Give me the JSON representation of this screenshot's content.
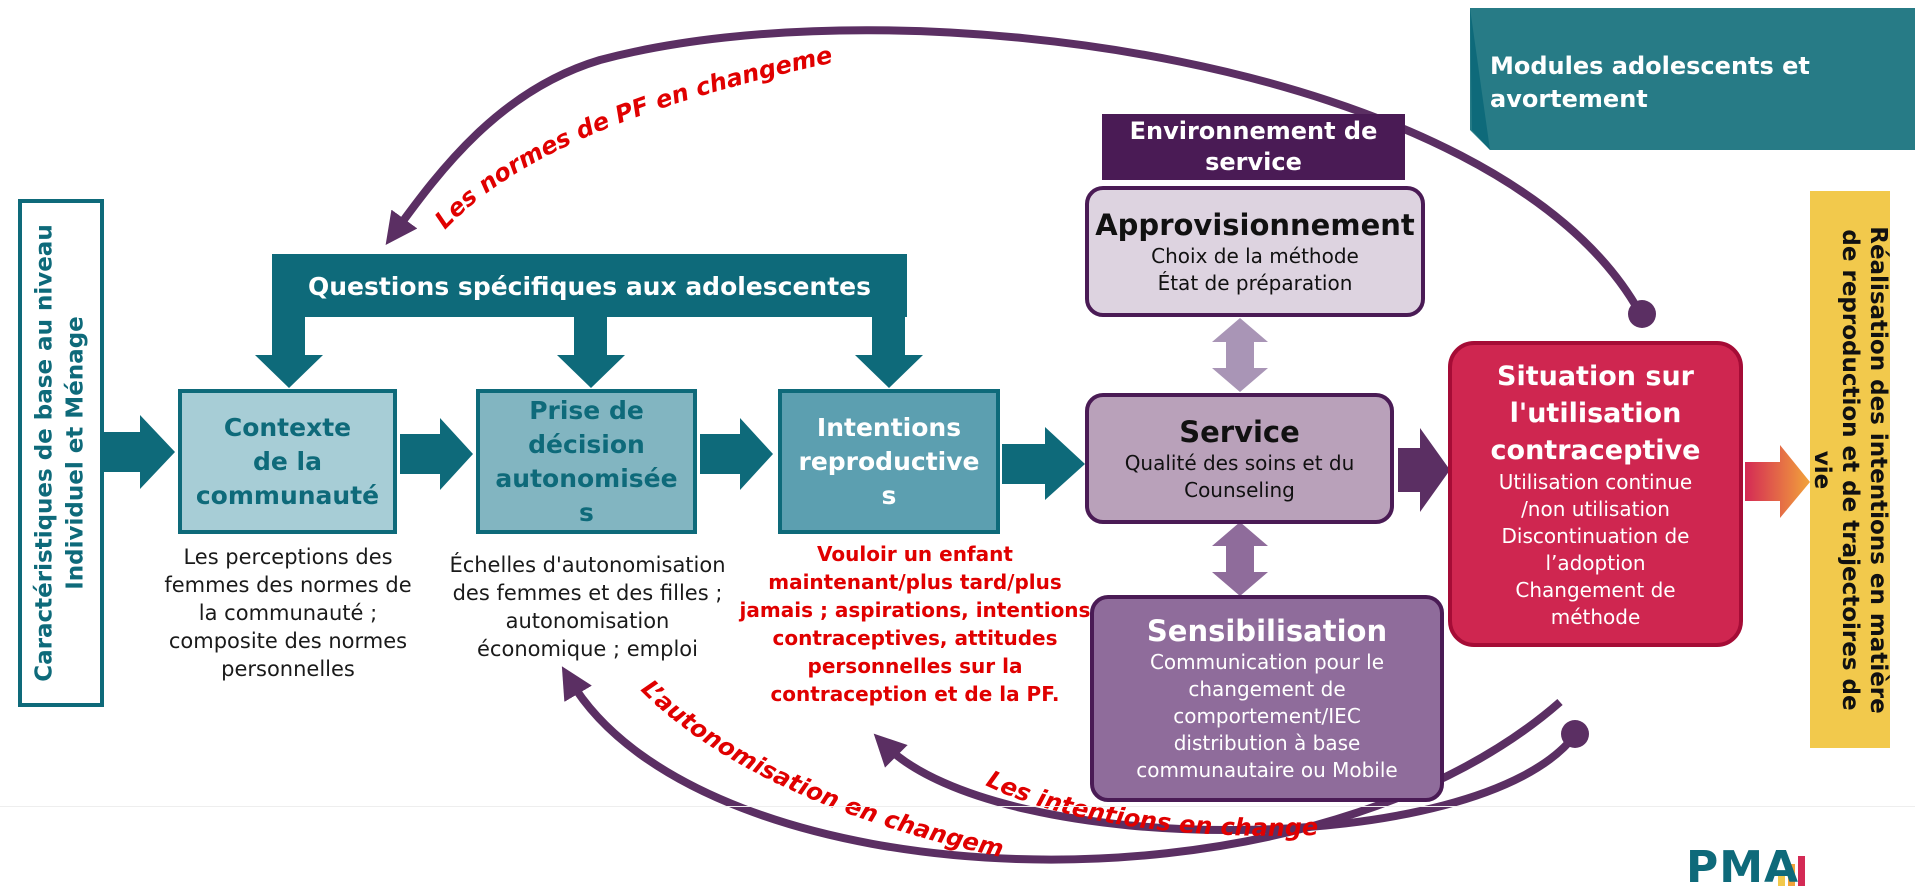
{
  "left_bar": {
    "line1": "Caractéristiques de base au niveau",
    "line2": "Individuel et Ménage"
  },
  "right_bar": {
    "line1": "Réalisation des intentions en matière",
    "line2": "de reproduction et de trajectoires de",
    "line3": "vie"
  },
  "adolescent_bar": "Questions spécifiques aux adolescentes",
  "modules_banner": {
    "line1": "Modules adolescents et",
    "line2": "avortement"
  },
  "service_env": {
    "line1": "Environnement de",
    "line2": "service"
  },
  "boxes": {
    "contexte": {
      "line1": "Contexte",
      "line2": "de la",
      "line3": "communauté"
    },
    "prise": {
      "line1": "Prise de",
      "line2": "décision",
      "line3": "autonomisée",
      "line4": "s"
    },
    "intentions": {
      "line1": "Intentions",
      "line2": "reproductive",
      "line3": "s"
    }
  },
  "captions": {
    "contexte": [
      "Les perceptions des",
      "femmes des normes de",
      "la communauté ;",
      "composite des normes",
      "personnelles"
    ],
    "prise": [
      "Échelles d'autonomisation",
      "des femmes et des filles ;",
      "autonomisation",
      "économique ; emploi"
    ],
    "intentions": [
      "Vouloir un enfant",
      "maintenant/plus tard/plus",
      "jamais ; aspirations, intentions",
      "contraceptives, attitudes",
      "personnelles sur la",
      "contraception et de la PF."
    ]
  },
  "approvisionnement": {
    "title": "Approvisionnement",
    "line1": "Choix de la méthode",
    "line2": "État de préparation"
  },
  "service": {
    "title": "Service",
    "line1": "Qualité des soins et du",
    "line2": "Counseling"
  },
  "sensibilisation": {
    "title": "Sensibilisation",
    "lines": [
      "Communication pour le",
      "changement de",
      "comportement/IEC",
      "distribution à base",
      "communautaire ou Mobile"
    ]
  },
  "situation": {
    "title1": "Situation sur",
    "title2": "l'utilisation",
    "title3": "contraceptive",
    "lines": [
      "Utilisation continue",
      "/non utilisation",
      "Discontinuation de",
      "l’adoption",
      "Changement de",
      "méthode"
    ]
  },
  "arc_labels": {
    "top": "Les normes de PF en changement",
    "bottom_left": "L’autonomisation en changement",
    "bottom_right": "Les intentions en changement"
  },
  "logo": {
    "text": "PMA"
  },
  "colors": {
    "teal": "#0e6a7a",
    "purple": "#5b2f63",
    "red": "#e00000",
    "crimson": "#cf2650",
    "yellow": "#f2c94c"
  }
}
